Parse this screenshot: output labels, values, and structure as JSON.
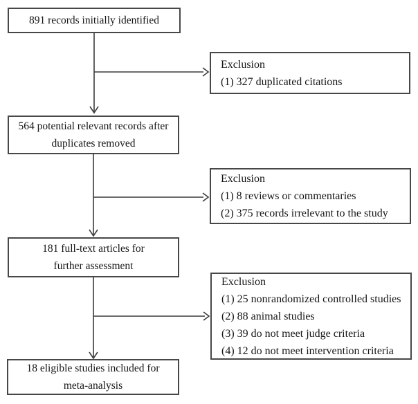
{
  "figure": {
    "type": "flowchart",
    "description": "Study selection flow diagram for meta-analysis",
    "background_color": "#ffffff",
    "line_color": "#3a3a3a",
    "box_border_color": "#474747",
    "text_color": "#161616"
  },
  "main_boxes": [
    {
      "id": "records-identified",
      "lines": [
        "891 records initially identified"
      ]
    },
    {
      "id": "after-duplicates-removed",
      "lines": [
        "564 potential relevant records after",
        "duplicates removed"
      ]
    },
    {
      "id": "fulltext-assessment",
      "lines": [
        "181 full-text articles for",
        "further assessment"
      ]
    },
    {
      "id": "eligible-included",
      "lines": [
        "18 eligible studies included for",
        "meta-analysis"
      ]
    }
  ],
  "exclusion_boxes": [
    {
      "title": "Exclusion",
      "items": [
        "(1) 327 duplicated citations"
      ]
    },
    {
      "title": "Exclusion",
      "items": [
        "(1) 8 reviews or commentaries",
        "(2) 375 records irrelevant to the study"
      ]
    },
    {
      "title": "Exclusion",
      "items": [
        "(1) 25 nonrandomized controlled studies",
        "(2) 88 animal studies",
        "(3) 39 do not meet judge criteria",
        "(4) 12 do not meet intervention criteria"
      ]
    }
  ]
}
